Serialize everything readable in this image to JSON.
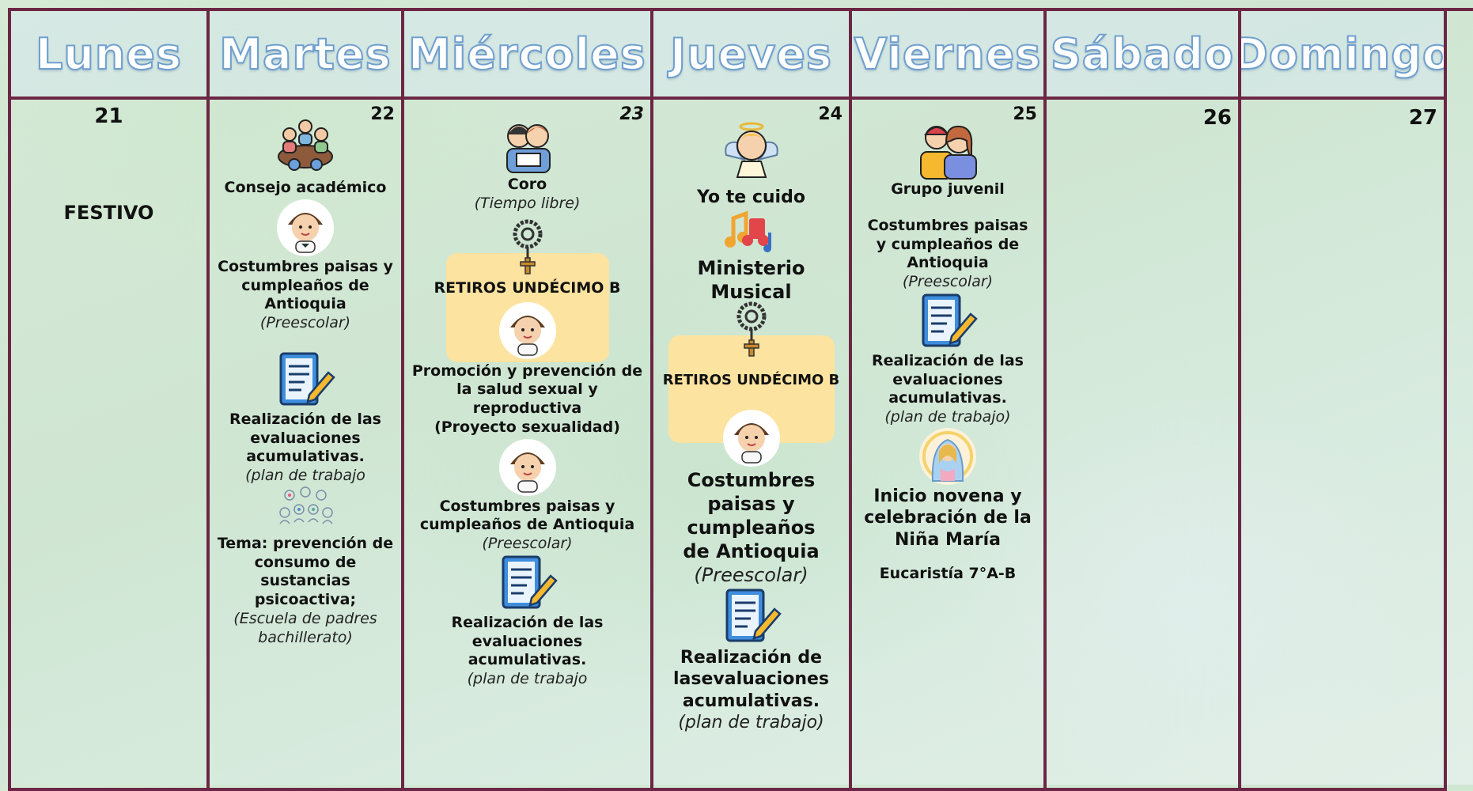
{
  "headers": [
    "Lunes",
    "Martes",
    "Miércoles",
    "Jueves",
    "Viernes",
    "Sábado",
    "Domingo"
  ],
  "days": {
    "lunes": {
      "num": "21",
      "festivo": "FESTIVO"
    },
    "martes": {
      "num": "22",
      "consejo": "Consejo académico",
      "costumbres": "Costumbres paisas y cumpleaños de Antioquia",
      "preescolar": "(Preescolar)",
      "realizacion": "Realización de las evaluaciones acumulativas.",
      "plan": "(plan de trabajo",
      "tema": "Tema: prevención de consumo de sustancias psicoactiva;",
      "escuela": "(Escuela de padres bachillerato)"
    },
    "miercoles": {
      "num": "23",
      "coro": "Coro",
      "tiempo": "(Tiempo libre)",
      "retiros": "RETIROS UNDÉCIMO B",
      "promocion": "Promoción y prevención de la salud sexual y reproductiva",
      "proyecto": "(Proyecto sexualidad)",
      "costumbres": "Costumbres paisas y cumpleaños de Antioquia",
      "preescolar": "(Preescolar)",
      "realizacion": "Realización de las evaluaciones acumulativas.",
      "plan": "(plan de trabajo"
    },
    "jueves": {
      "num": "24",
      "cuido": "Yo te cuido",
      "ministerio": "Ministerio Musical",
      "retiros": "RETIROS UNDÉCIMO B",
      "costumbres": "Costumbres paisas y cumpleaños de Antioquia",
      "preescolar": "(Preescolar)",
      "realizacion": "Realización de lasevaluaciones acumulativas.",
      "plan": "(plan de trabajo)"
    },
    "viernes": {
      "num": "25",
      "grupo": "Grupo juvenil",
      "costumbres": "Costumbres paisas y cumpleaños de Antioquia",
      "preescolar": "(Preescolar)",
      "realizacion": "Realización de las evaluaciones acumulativas.",
      "plan": "(plan de trabajo)",
      "novena": "Inicio novena y celebración de la Niña María",
      "eucaristia": "Eucaristía 7°A-B"
    },
    "sabado": {
      "num": "26"
    },
    "domingo": {
      "num": "27"
    }
  },
  "icons": [
    "meeting-icon",
    "child-avatar-icon",
    "document-pencil-icon",
    "crowd-icon",
    "choir-icon",
    "rosary-icon",
    "angel-icon",
    "music-notes-icon",
    "youth-group-icon",
    "virgin-mary-icon"
  ],
  "colors": {
    "border": "#6b2744",
    "retiro_bg": "#fde3a0",
    "header_text": "#ffffff",
    "header_outline": "#6f9fcf"
  }
}
